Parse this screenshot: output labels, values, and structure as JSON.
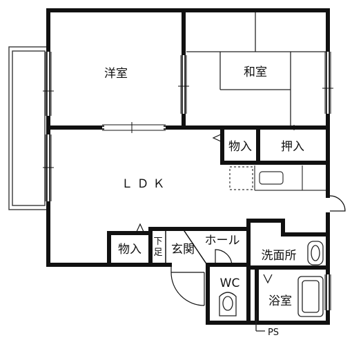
{
  "rooms": {
    "western": "洋室",
    "japanese": "和室",
    "ldk": "ＬＤＫ",
    "storage_top": "物入",
    "closet": "押入",
    "storage_bottom": "物入",
    "shoe_box": "下足",
    "entrance": "玄関",
    "hall": "ホール",
    "washroom": "洗面所",
    "wc": "WC",
    "bathroom": "浴室",
    "ps": "PS"
  }
}
